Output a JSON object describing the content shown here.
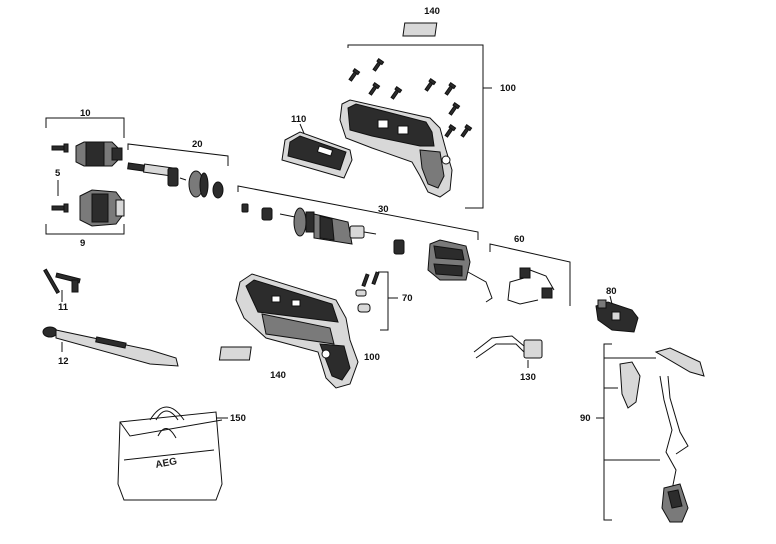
{
  "labels": {
    "p140_top": "140",
    "p100_top": "100",
    "p110": "110",
    "p10": "10",
    "p20": "20",
    "p5": "5",
    "p9": "9",
    "p30": "30",
    "p60": "60",
    "p11": "11",
    "p70": "70",
    "p80": "80",
    "p12": "12",
    "p140_bottom": "140",
    "p100_bottom": "100",
    "p130": "130",
    "p150": "150",
    "p90": "90"
  },
  "bag_logo": "AEG"
}
